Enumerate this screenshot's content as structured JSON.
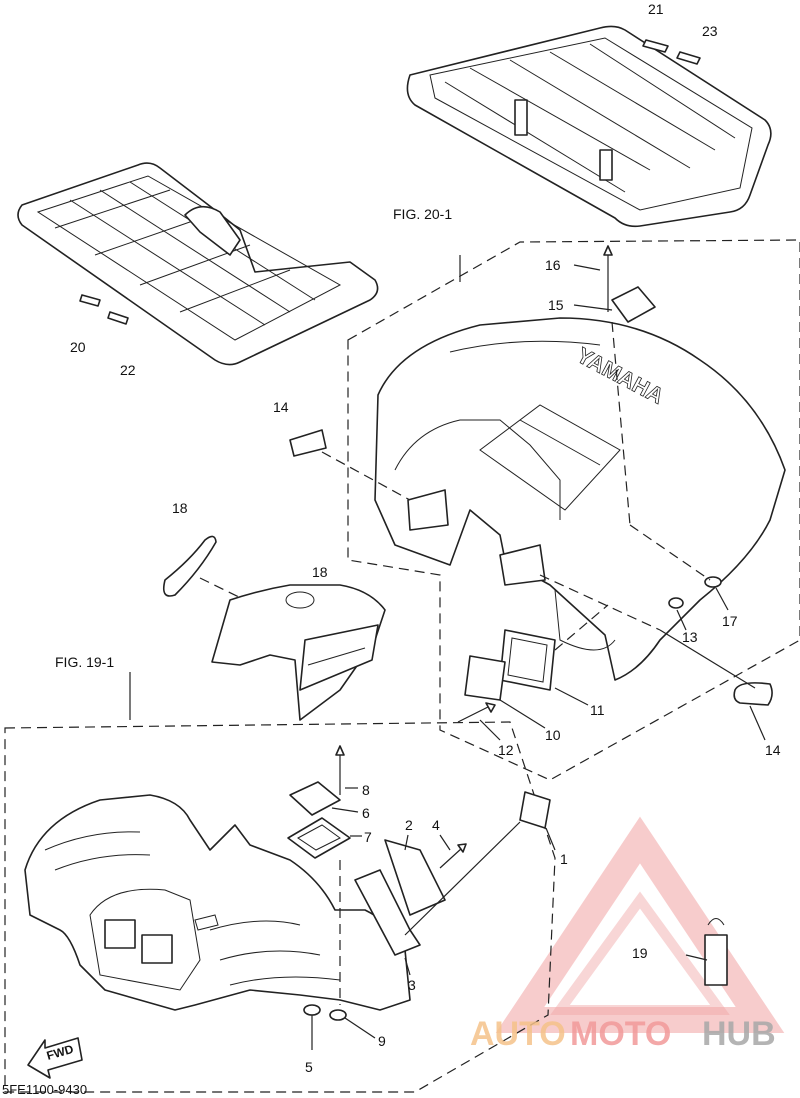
{
  "figure_refs": {
    "fig_20": "FIG. 20-1",
    "fig_19": "FIG. 19-1"
  },
  "part_numbers": [
    "21",
    "23",
    "20",
    "22",
    "14",
    "16",
    "15",
    "18",
    "17",
    "13",
    "11",
    "10",
    "12",
    "14",
    "1",
    "2",
    "4",
    "8",
    "6",
    "7",
    "3",
    "9",
    "5",
    "19"
  ],
  "labels": {
    "p1": "1",
    "p2": "2",
    "p3": "3",
    "p4": "4",
    "p5": "5",
    "p6": "6",
    "p7": "7",
    "p8": "8",
    "p9": "9",
    "p10": "10",
    "p11": "11",
    "p12": "12",
    "p13": "13",
    "p14a": "14",
    "p14b": "14",
    "p15": "15",
    "p16": "16",
    "p17": "17",
    "p18a": "18",
    "p18b": "18",
    "p19": "19",
    "p20": "20",
    "p21": "21",
    "p22": "22",
    "p23": "23"
  },
  "fwd_label": "FWD",
  "diagram_code": "5FE1100-9430",
  "fender_brand_text": "YAMAHA",
  "watermark": {
    "part1": "AUTO",
    "part2": "MOTO",
    "part3": "HUB"
  },
  "colors": {
    "watermark_red": "#e8403f",
    "watermark_orange": "#f5a25a",
    "watermark_gray": "#8a8a8a",
    "line": "#222222"
  }
}
